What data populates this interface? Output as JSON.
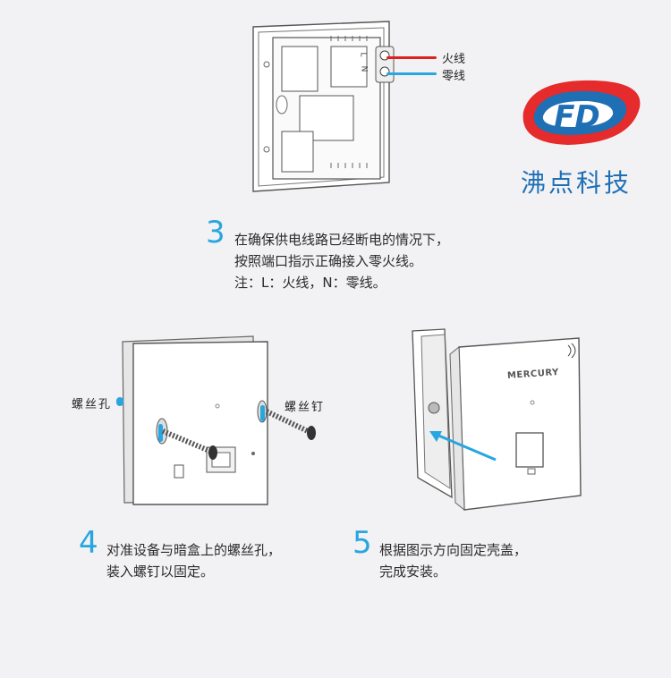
{
  "wiring": {
    "live_label": "火线",
    "neutral_label": "零线",
    "L_mark": "L",
    "N_mark": "N"
  },
  "brand": {
    "name": "沸点科技",
    "logo_letters": "FD"
  },
  "step3": {
    "number": "3",
    "lines": [
      "在确保供电线路已经断电的情况下，",
      "按照端口指示正确接入零火线。",
      "注：L：火线，N：零线。"
    ]
  },
  "step4": {
    "number": "4",
    "lines": [
      "对准设备与暗盒上的螺丝孔，",
      "装入螺钉以固定。"
    ],
    "screw_hole_label": "螺丝孔",
    "screw_label": "螺丝钉"
  },
  "step5": {
    "number": "5",
    "lines": [
      "根据图示方向固定壳盖，",
      "完成安装。"
    ],
    "device_brand": "MERCURY"
  },
  "colors": {
    "accent": "#27a6e0",
    "live": "#e02020",
    "neutral": "#27a6e0",
    "logo_red": "#e52b2b",
    "logo_blue": "#1f6fb5"
  }
}
